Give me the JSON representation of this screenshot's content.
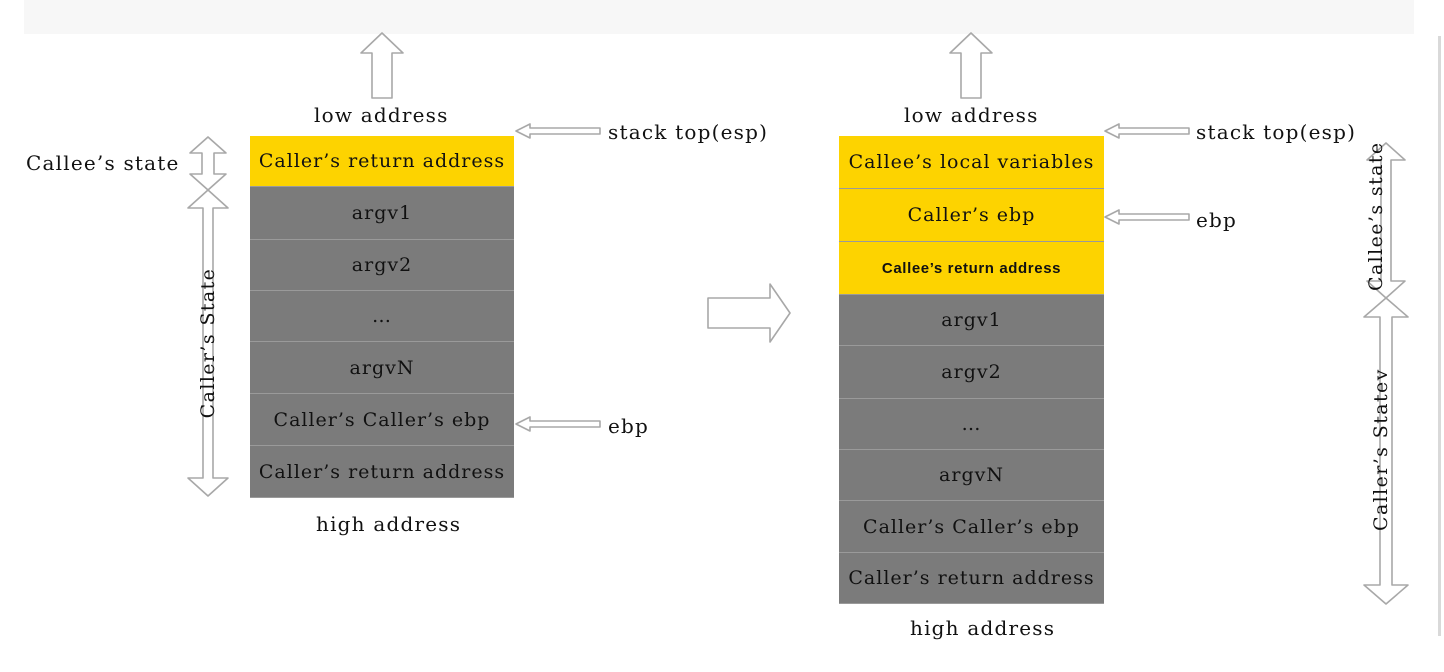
{
  "left_diagram": {
    "low_address": "low address",
    "high_address": "high address",
    "stack_top_label": "stack top(esp)",
    "ebp_label": "ebp",
    "callee_state_label": "Callee’s state",
    "caller_state_label": "Caller’s State",
    "cells": [
      {
        "text": "Caller’s return address",
        "color": "#fdd300"
      },
      {
        "text": "argv1",
        "color": "#7b7b7b"
      },
      {
        "text": "argv2",
        "color": "#7b7b7b"
      },
      {
        "text": "…",
        "color": "#7b7b7b"
      },
      {
        "text": "argvN",
        "color": "#7b7b7b"
      },
      {
        "text": "Caller’s Caller’s ebp",
        "color": "#7b7b7b"
      },
      {
        "text": "Caller’s return address",
        "color": "#7b7b7b"
      }
    ]
  },
  "right_diagram": {
    "low_address": "low address",
    "high_address": "high address",
    "stack_top_label": "stack top(esp)",
    "ebp_label": "ebp",
    "callee_state_label": "Callee’s state",
    "caller_state_label": "Caller’s Statev",
    "cells": [
      {
        "text": "Callee’s local variables",
        "color": "#fdd300"
      },
      {
        "text": "Caller’s ebp",
        "color": "#fdd300"
      },
      {
        "text": "Callee’s return address",
        "color": "#fdd300"
      },
      {
        "text": "argv1",
        "color": "#7b7b7b"
      },
      {
        "text": "argv2",
        "color": "#7b7b7b"
      },
      {
        "text": "…",
        "color": "#7b7b7b"
      },
      {
        "text": "argvN",
        "color": "#7b7b7b"
      },
      {
        "text": "Caller’s Caller’s ebp",
        "color": "#7b7b7b"
      },
      {
        "text": "Caller’s return address",
        "color": "#7b7b7b"
      }
    ]
  },
  "icons": {
    "up_arrow": "up-arrow-icon",
    "pointer_arrow": "left-pointer-arrow-icon",
    "transition_arrow": "right-arrow-icon",
    "range_arrow": "double-headed-arrow-icon"
  }
}
